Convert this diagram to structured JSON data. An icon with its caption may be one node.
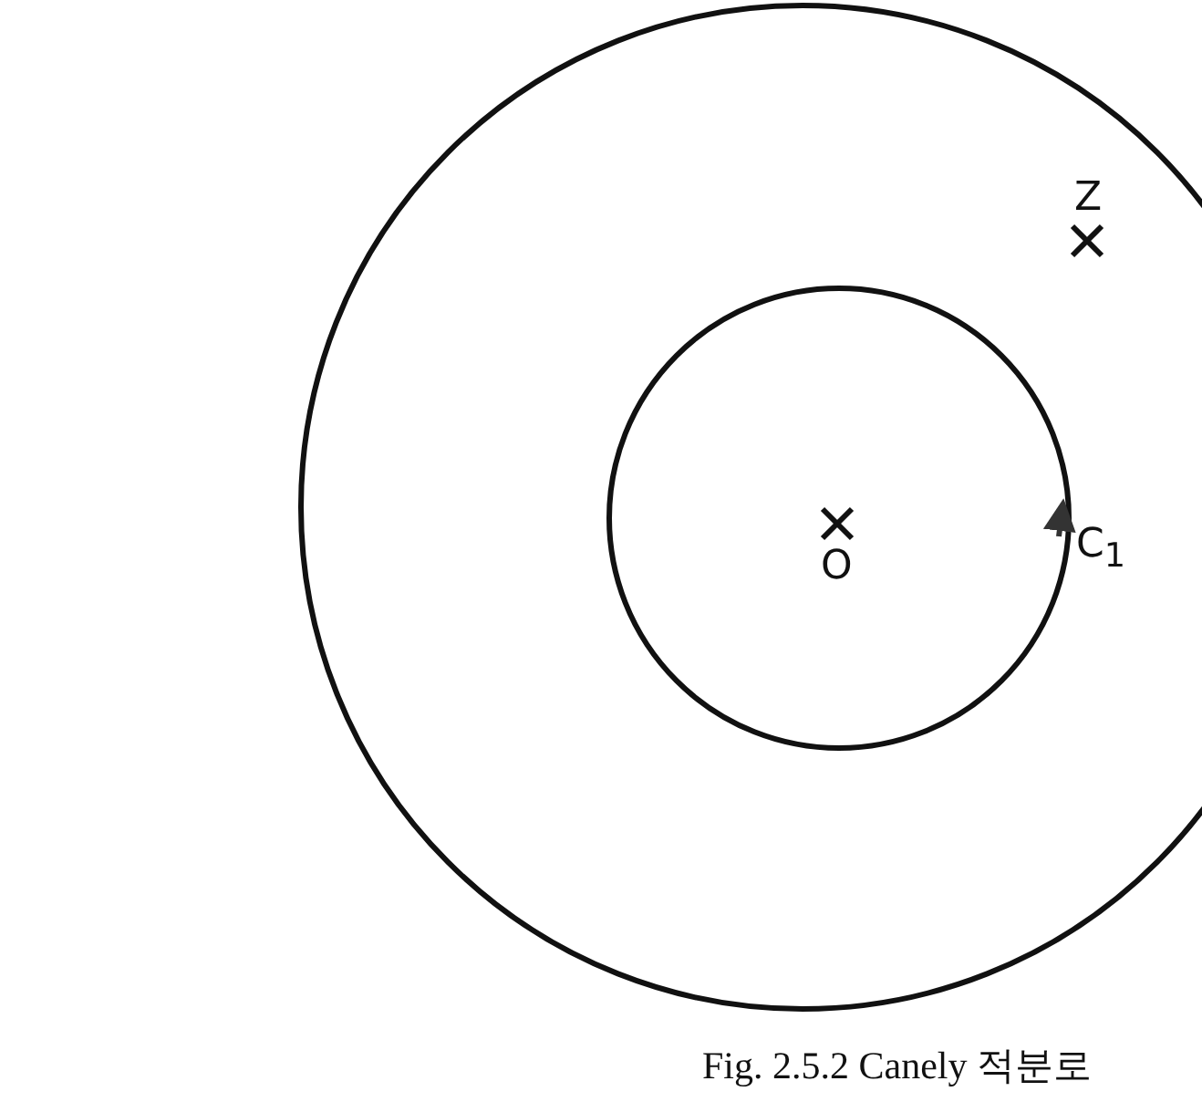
{
  "diagram": {
    "caption": "Fig. 2.5.2 Canely 적분로",
    "labels": [
      "Z",
      "O",
      "C$_{1}$"
    ]
  }
}
